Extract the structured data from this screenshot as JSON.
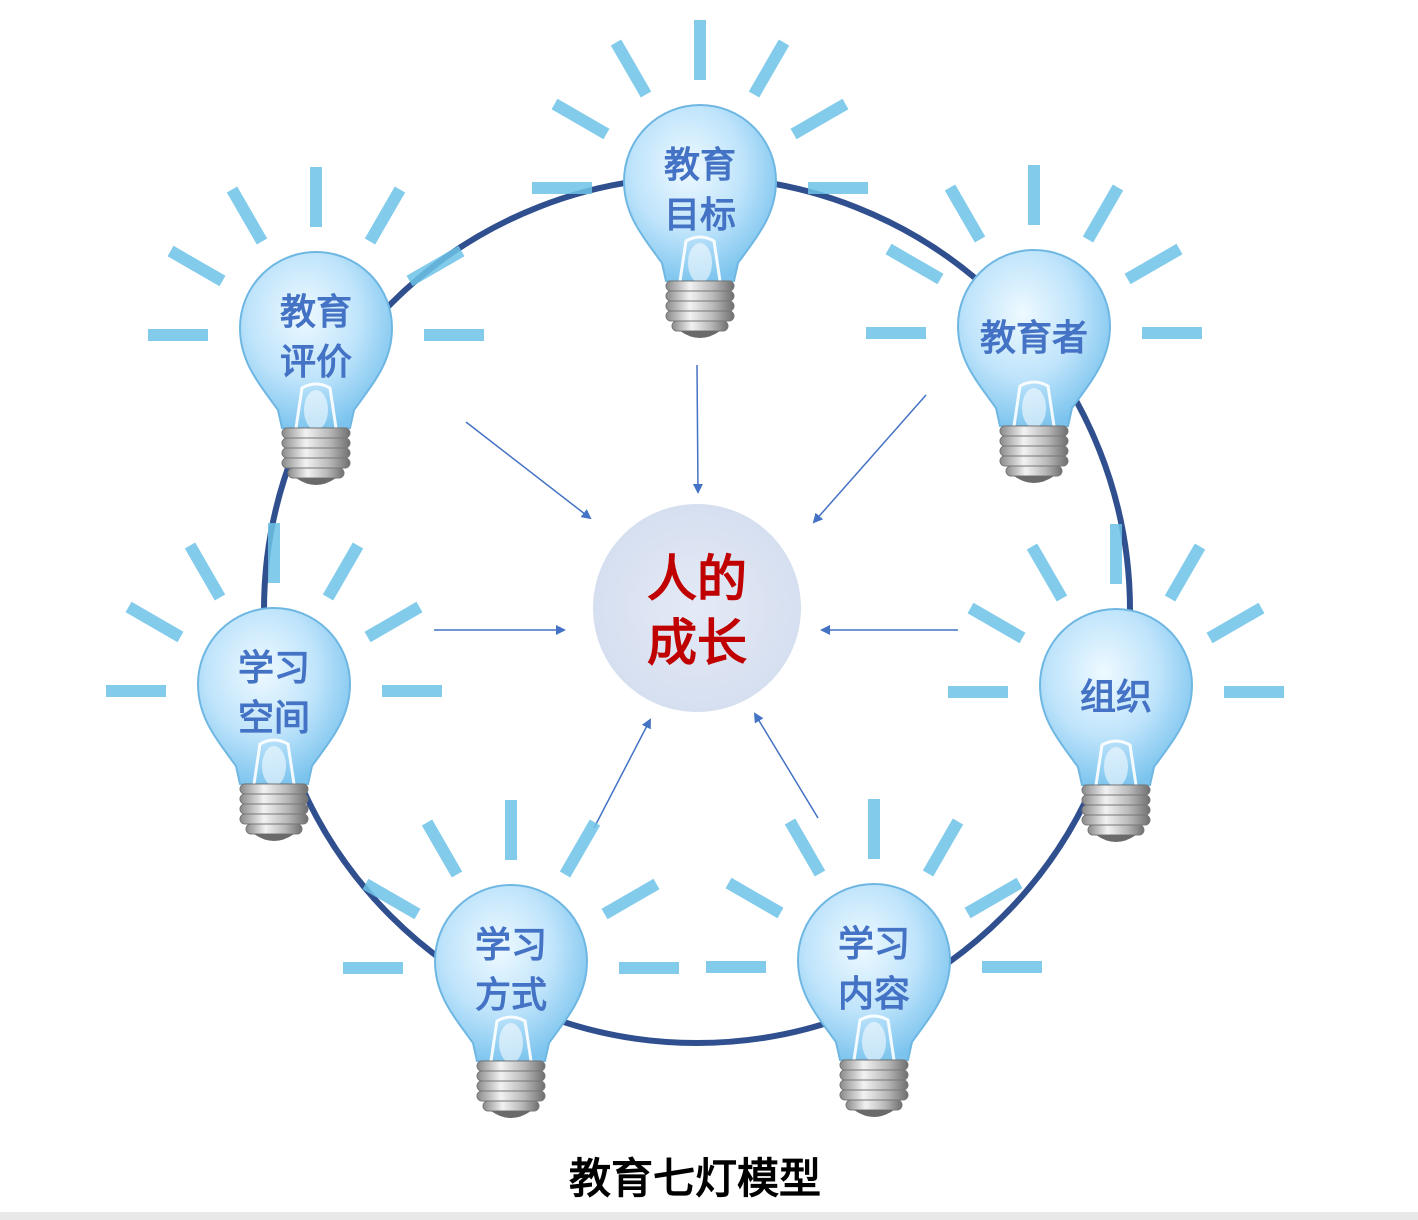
{
  "diagram": {
    "caption": "教育七灯模型",
    "center": {
      "lines": [
        "人的",
        "成长"
      ],
      "text_color": "#c00000",
      "fill_color": "#dde4f2"
    },
    "ring_color": "#2f4f8f",
    "arrow_color": "#4472c4",
    "bulb_text_color": "#4472c4",
    "ray_color": "#6ec3e8",
    "bulbs": [
      {
        "id": "goal",
        "lines": [
          "教育",
          "目标"
        ]
      },
      {
        "id": "educator",
        "lines": [
          "教育者"
        ]
      },
      {
        "id": "organization",
        "lines": [
          "组织"
        ]
      },
      {
        "id": "content",
        "lines": [
          "学习",
          "内容"
        ]
      },
      {
        "id": "method",
        "lines": [
          "学习",
          "方式"
        ]
      },
      {
        "id": "space",
        "lines": [
          "学习",
          "空间"
        ]
      },
      {
        "id": "evaluation",
        "lines": [
          "教育",
          "评价"
        ]
      }
    ]
  }
}
